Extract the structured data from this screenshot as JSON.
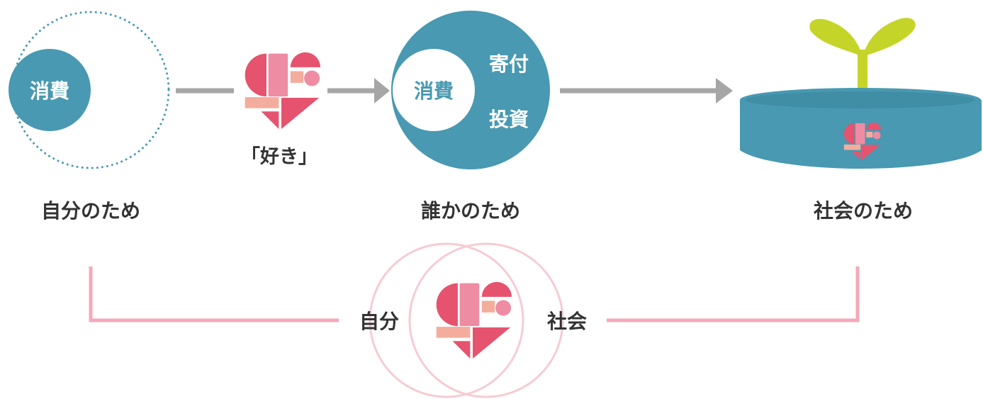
{
  "stage1": {
    "inner_label": "消費",
    "caption": "自分のため"
  },
  "connector": {
    "label": "「好き」"
  },
  "stage2": {
    "inner_label": "消費",
    "right_top": "寄付",
    "right_bottom": "投資",
    "caption": "誰かのため"
  },
  "stage3": {
    "caption": "社会のため"
  },
  "bottom": {
    "left_label": "自分",
    "right_label": "社会"
  },
  "colors": {
    "teal": "#4899b1",
    "teal_dark": "#2f7f98",
    "arrow_gray": "#a6a6a6",
    "pink_line": "#f5a8b8",
    "pink_ring": "#f7cbd3",
    "sprout": "#c5d428",
    "heart_red": "#e6536e",
    "heart_pink": "#ee8ca3",
    "heart_peach": "#f4ad9c",
    "text_dark": "#333333"
  }
}
